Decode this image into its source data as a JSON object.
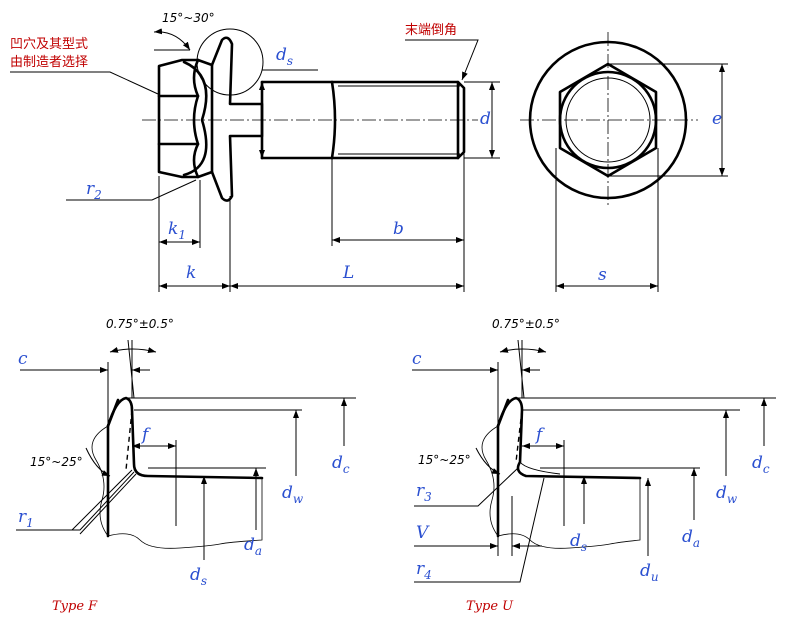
{
  "notes": {
    "recess_line1": "凹穴及其型式",
    "recess_line2": "由制造者选择",
    "end_chamfer": "末端倒角"
  },
  "angles": {
    "head_angle": "15°~30°",
    "flange_angle_f": "0.75°±0.5°",
    "flange_angle_u": "0.75°±0.5°",
    "under_angle_f": "15°~25°",
    "under_angle_u": "15°~25°"
  },
  "dims": {
    "ds": {
      "main": "d",
      "sub": "s"
    },
    "d": "d",
    "e": "e",
    "s": "s",
    "r2": {
      "main": "r",
      "sub": "2"
    },
    "k1": {
      "main": "k",
      "sub": "1"
    },
    "k": "k",
    "b": "b",
    "L": "L",
    "c_f": "c",
    "f_f": "f",
    "dc_f": {
      "main": "d",
      "sub": "c"
    },
    "dw_f": {
      "main": "d",
      "sub": "w"
    },
    "r1_f": {
      "main": "r",
      "sub": "1"
    },
    "da_f": {
      "main": "d",
      "sub": "a"
    },
    "ds_f": {
      "main": "d",
      "sub": "s"
    },
    "c_u": "c",
    "f_u": "f",
    "dc_u": {
      "main": "d",
      "sub": "c"
    },
    "dw_u": {
      "main": "d",
      "sub": "w"
    },
    "r3_u": {
      "main": "r",
      "sub": "3"
    },
    "v_u": "V",
    "ds_u": {
      "main": "d",
      "sub": "s"
    },
    "da_u": {
      "main": "d",
      "sub": "a"
    },
    "r4_u": {
      "main": "r",
      "sub": "4"
    },
    "du_u": {
      "main": "d",
      "sub": "u"
    }
  },
  "types": {
    "type_f": "Type F",
    "type_u": "Type U"
  }
}
